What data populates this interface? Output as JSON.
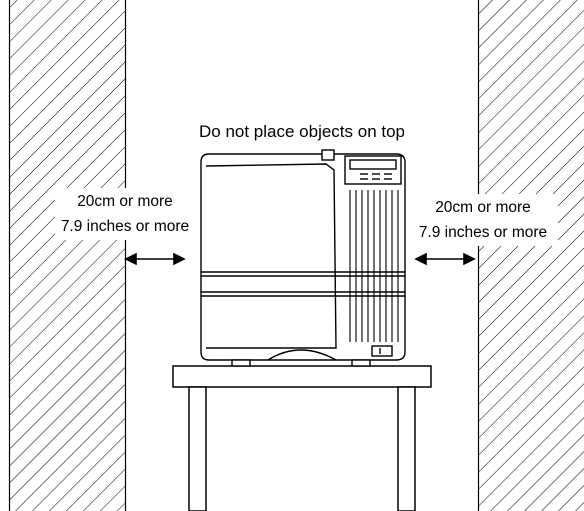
{
  "diagram": {
    "top_note": "Do not place objects on top",
    "left_clearance": {
      "metric": "20cm or more",
      "imperial": "7.9 inches or more"
    },
    "right_clearance": {
      "metric": "20cm or more",
      "imperial": "7.9 inches or more"
    },
    "colors": {
      "line": "#000000",
      "wall_fill": "#ffffff",
      "background": "#ffffff"
    }
  }
}
